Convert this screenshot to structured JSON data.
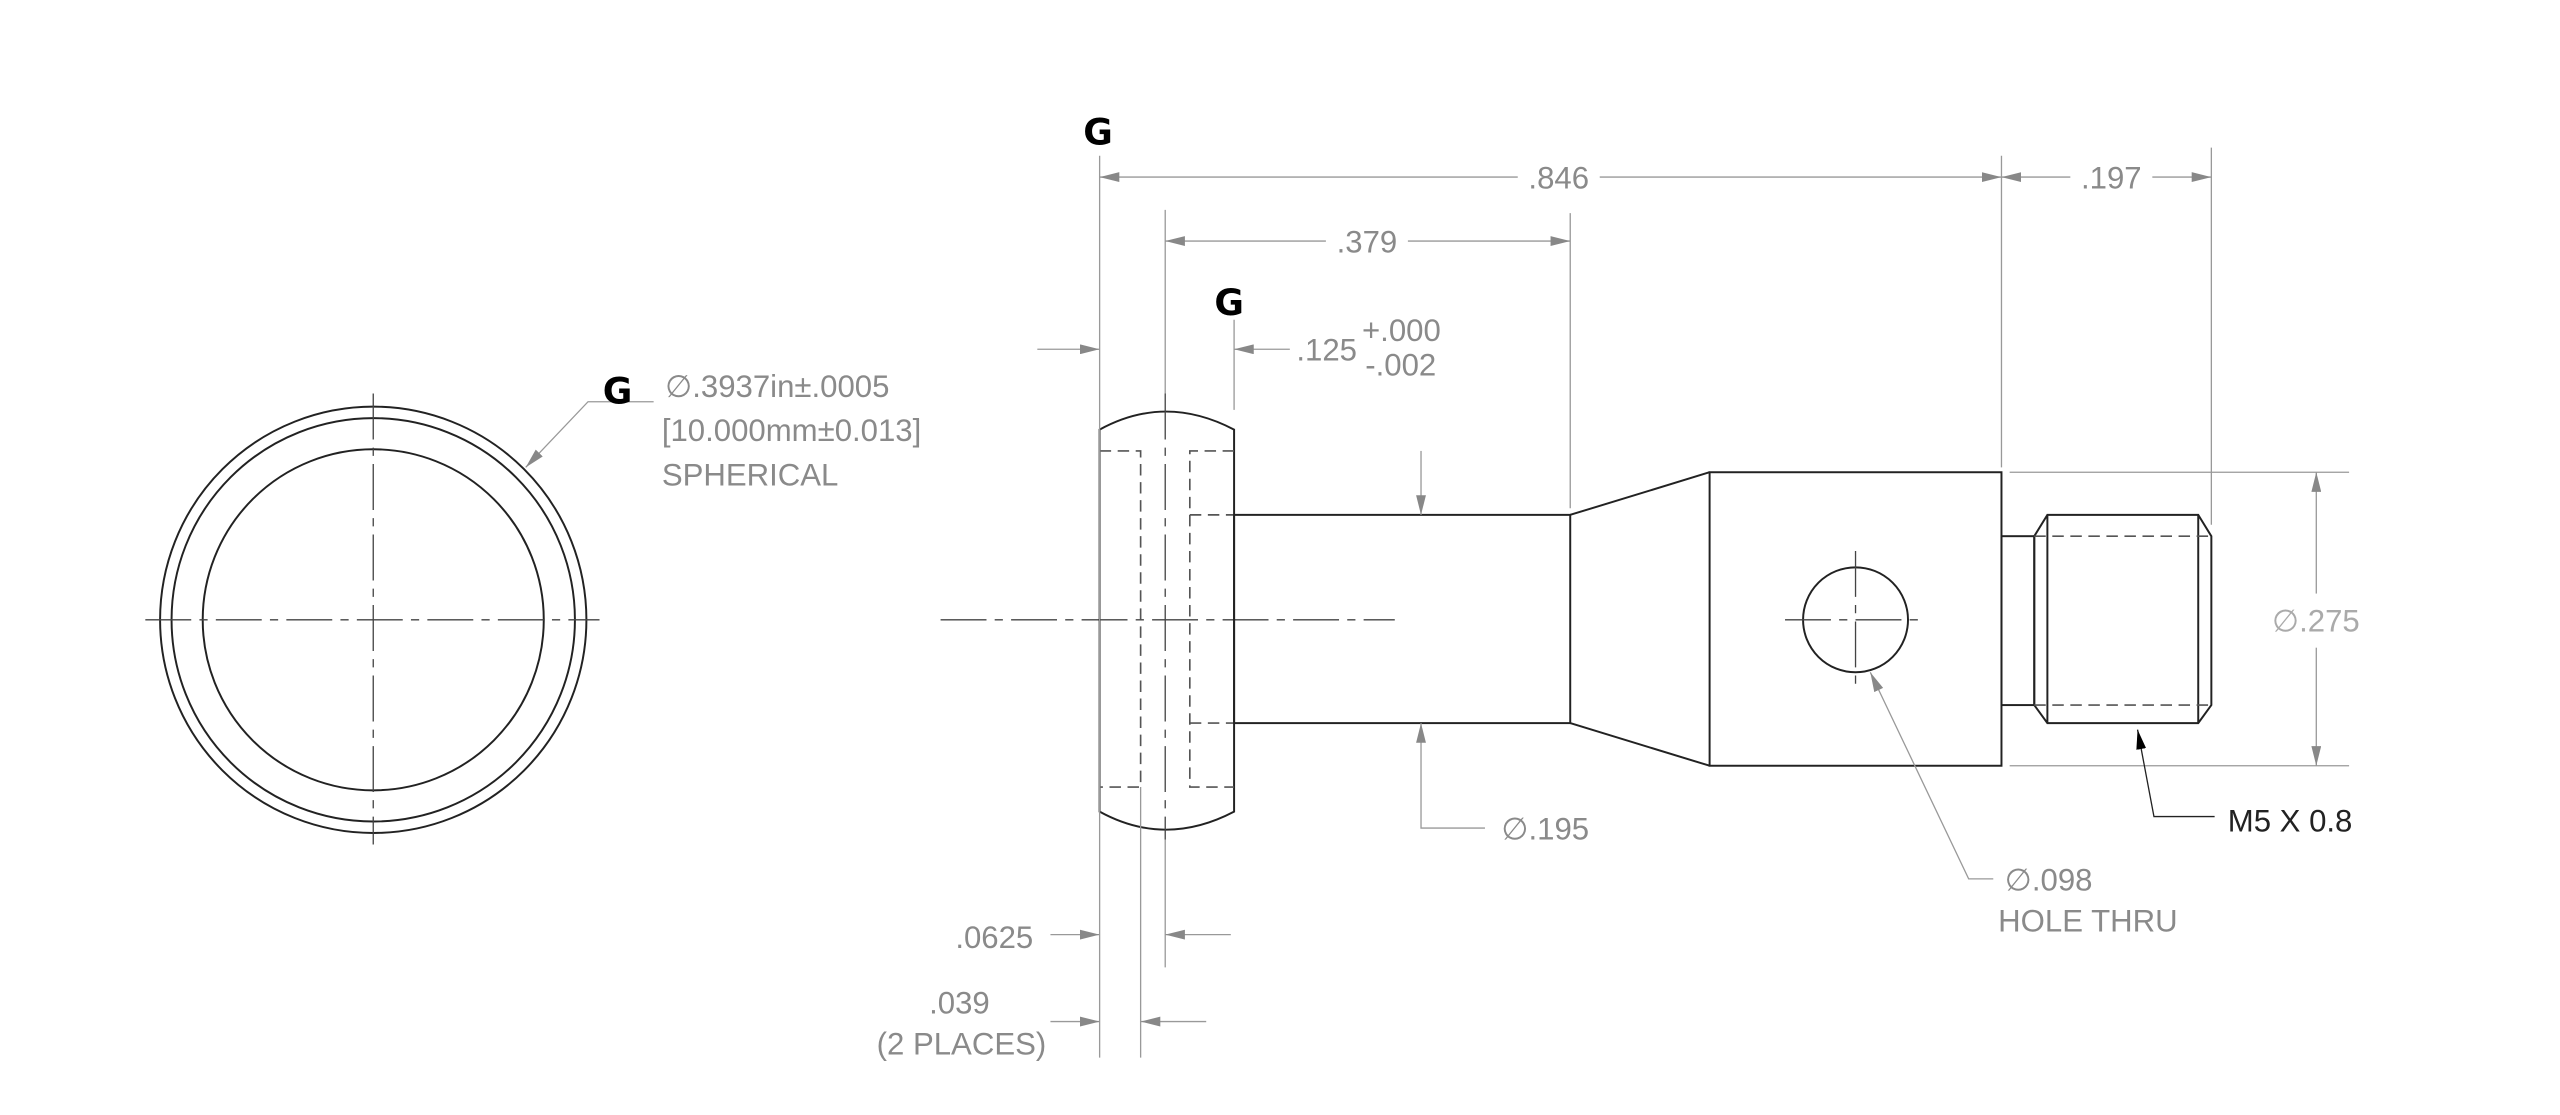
{
  "datum_label": "G",
  "end_view": {
    "callout_line1": "∅.3937in±.0005",
    "callout_line2": "[10.000mm±0.013]",
    "callout_line3": "SPHERICAL"
  },
  "side_view": {
    "overall_length": ".846",
    "thread_length": ".197",
    "flange_to_taper": ".379",
    "flange_width": ".125",
    "flange_tol_upper": "+.000",
    "flange_tol_lower": "-.002",
    "shaft_diameter": "∅.195",
    "body_diameter": "∅.275",
    "thread_spec": "M5 X 0.8",
    "hole_diameter": "∅.098",
    "hole_note": "HOLE THRU",
    "groove_offset": ".0625",
    "groove_width": ".039",
    "groove_note": "(2 PLACES)"
  }
}
